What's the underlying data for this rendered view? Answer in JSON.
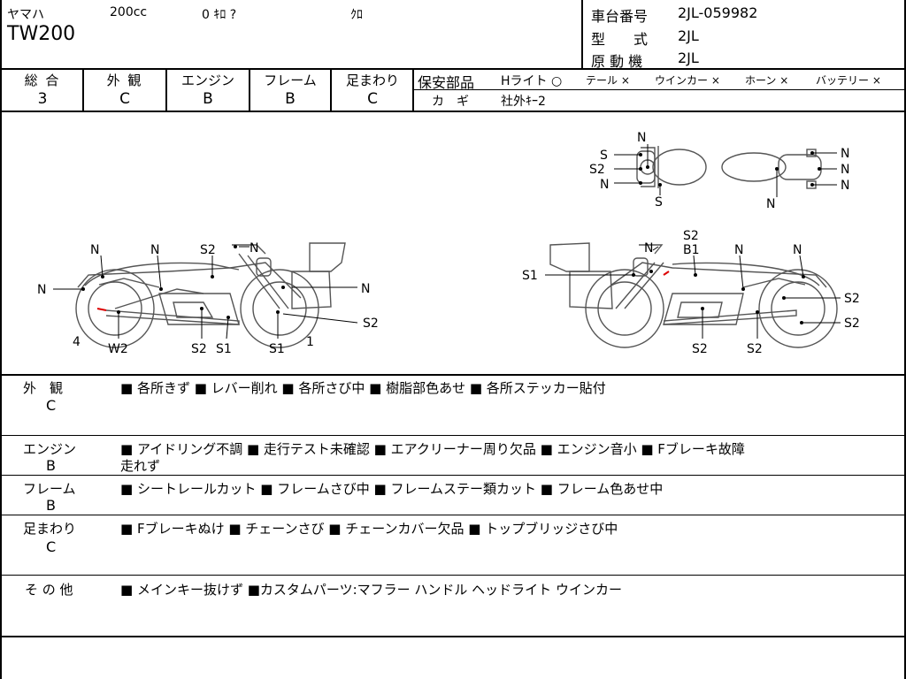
{
  "header": {
    "maker": "ヤマハ",
    "displacement": "200cc",
    "mileage": "0 ｷﾛ ?",
    "color": "ｸﾛ",
    "model": "TW200",
    "frame_label": "車台番号",
    "frame_value": "2JL-059982",
    "type_label": "型　　式",
    "type_value": "2JL",
    "engine_label": "原 動 機",
    "engine_value": "2JL"
  },
  "grades": {
    "total_label": "総 合",
    "total_value": "3",
    "exterior_label": "外 観",
    "exterior_value": "C",
    "engine_label": "エンジン",
    "engine_value": "B",
    "frame_label": "フレーム",
    "frame_value": "B",
    "suspension_label": "足まわり",
    "suspension_value": "C"
  },
  "safety": {
    "label": "保安部品",
    "headlight": "Hライト ○",
    "tail": "テール ×",
    "winker": "ウインカー ×",
    "horn": "ホーン ×",
    "battery": "バッテリー ×",
    "key_label": "カ　ギ",
    "key_value": "社外ｷｰ2"
  },
  "diagram": {
    "left_labels": [
      "N",
      "N",
      "S2",
      "N",
      "N",
      "N",
      "4",
      "W2",
      "S2",
      "S1",
      "S1",
      "1",
      "S2"
    ],
    "right_labels": [
      "N",
      "S2",
      "B1",
      "N",
      "N",
      "S1",
      "S2",
      "S2",
      "S2",
      "S2"
    ],
    "top_labels": [
      "N",
      "S",
      "S2",
      "N",
      "S",
      "N",
      "N",
      "N",
      "N"
    ]
  },
  "sections": [
    {
      "label": "外　観",
      "grade": "C",
      "text": "■ 各所きず ■ レバー削れ ■ 各所さび中 ■ 樹脂部色あせ ■ 各所ステッカー貼付",
      "text2": ""
    },
    {
      "label": "エンジン",
      "grade": "B",
      "text": "■ アイドリング不調 ■ 走行テスト未確認 ■ エアクリーナー周り欠品 ■ エンジン音小 ■ Fブレーキ故障",
      "text2": "走れず"
    },
    {
      "label": "フレーム",
      "grade": "B",
      "text": "■ シートレールカット ■ フレームさび中 ■ フレームステー類カット ■ フレーム色あせ中",
      "text2": ""
    },
    {
      "label": "足まわり",
      "grade": "C",
      "text": "■ Fブレーキぬけ ■ チェーンさび ■ チェーンカバー欠品 ■ トップブリッジさび中",
      "text2": ""
    },
    {
      "label": "そ の 他",
      "grade": "",
      "text": "■ メインキー抜けず ■カスタムパーツ:マフラー ハンドル ヘッドライト ウインカー",
      "text2": ""
    }
  ]
}
